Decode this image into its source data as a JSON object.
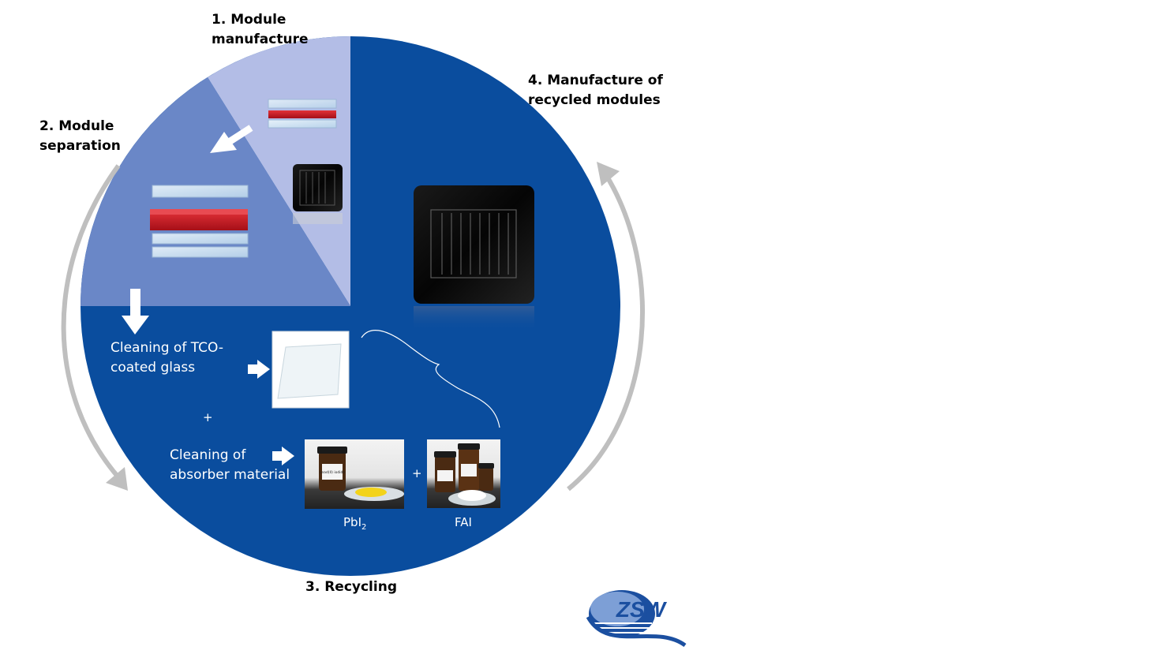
{
  "stages": {
    "module_manufacture": [
      "1. Module",
      "manufacture"
    ],
    "module_separation": [
      "2. Module",
      "separation"
    ],
    "recycling": "3. Recycling",
    "recycled_modules": [
      "4. Manufacture of",
      "recycled modules"
    ]
  },
  "steps": {
    "cleaning_glass": [
      "Cleaning of TCO-",
      "coated glass"
    ],
    "plus_between": "+",
    "cleaning_absorber": [
      "Cleaning of",
      "absorber material"
    ],
    "plus_materials": "+"
  },
  "materials": {
    "pbi2_base": "PbI",
    "pbi2_sub": "2",
    "fai": "FAI"
  },
  "bottle_labels": {
    "lead": "Lead(II) iodide"
  },
  "logo": {
    "text": "ZSW"
  },
  "colors": {
    "circle": "#0a4d9e",
    "wedge_mid": "#6a87c7",
    "wedge_light": "#b3bde6",
    "arrow_grey": "#bfbfbf",
    "absorber_red": "#d01c28"
  }
}
